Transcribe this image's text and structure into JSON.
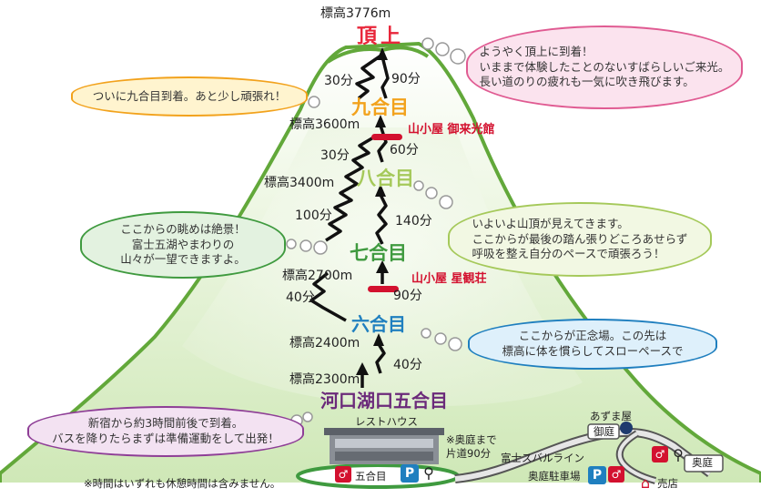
{
  "summit": {
    "altitude": "標高3776m",
    "name": "頂上"
  },
  "stations": {
    "ninth": {
      "name": "九合目",
      "altitude": "標高3600m"
    },
    "eighth": {
      "name": "八合目",
      "altitude": "標高3400m"
    },
    "seventh": {
      "name": "七合目",
      "altitude": "標高2700m"
    },
    "sixth": {
      "name": "六合目",
      "altitude": "標高2400m"
    },
    "fifth": {
      "name": "河口湖口五合目",
      "altitude": "標高2300m"
    }
  },
  "huts": {
    "goraikokan": "山小屋 御来光館",
    "seikanso": "山小屋 星観荘"
  },
  "times": {
    "down_summit": "30分",
    "up_summit": "90分",
    "down_ninth": "30分",
    "up_ninth": "60分",
    "down_eighth": "100分",
    "up_eighth": "140分",
    "down_seventh": "40分",
    "up_seventh": "90分",
    "up_sixth": "40分"
  },
  "bubbles": {
    "summit": [
      "ようやく頂上に到着！",
      "いままで体験したことのないすばらしいご来光。",
      "長い道のりの疲れも一気に吹き飛びます。"
    ],
    "ninth": [
      "ついに九合目到着。あと少し頑張れ！"
    ],
    "eighth": [
      "いよいよ山頂が見えてきます。",
      "ここからが最後の踏ん張りどころあせらず",
      "呼吸を整え自分のペースで頑張ろう！"
    ],
    "seventh": [
      "ここからの眺めは絶景！",
      "富士五湖やまわりの",
      "山々が一望できますよ。"
    ],
    "sixth": [
      "ここからが正念場。この先は",
      "標高に体を慣らしてスローペースで"
    ],
    "fifth": [
      "新宿から約3時間前後で到着。",
      "バスを降りたらまずは準備運動をして出発！"
    ]
  },
  "base": {
    "rest_house": "レストハウス",
    "fifth_label": "五合目",
    "okuniwa_note": [
      "※奥庭まで",
      "片道90分"
    ],
    "subaru_line": "富士スバルライン",
    "okuniwa_parking": "奥庭駐車場",
    "azumaya": "あずま屋",
    "okuniwa_sign": "御庭",
    "okuniwa_label": "奥庭",
    "shop": "売店",
    "footnote": "※時間はいずれも休憩時間は含みません。"
  },
  "colors": {
    "mountain_fill": "#e7f3da",
    "mountain_edge": "#62a83a",
    "summit_red": "#e8263a",
    "ninth_orange": "#f2a21c",
    "eighth_green": "#a5c95a",
    "seventh_green": "#3f9a3f",
    "sixth_blue": "#1f7fbf",
    "fifth_purple": "#6b2a7a",
    "hut_red": "#d3112f"
  }
}
